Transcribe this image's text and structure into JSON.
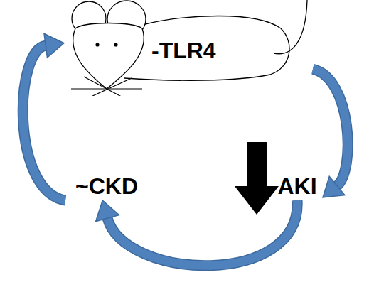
{
  "diagram": {
    "nodes": [
      {
        "text": [
          "-TLR4"
        ]
      },
      {
        "text": [
          "AKI"
        ]
      },
      {
        "text": [
          "~CKD"
        ]
      }
    ],
    "edges": [
      {
        "from": 0,
        "to": 1,
        "arrow": "to"
      },
      {
        "from": 1,
        "to": 2,
        "arrow": "to"
      },
      {
        "from": 2,
        "to": 0,
        "arrow": "to"
      }
    ]
  }
}
